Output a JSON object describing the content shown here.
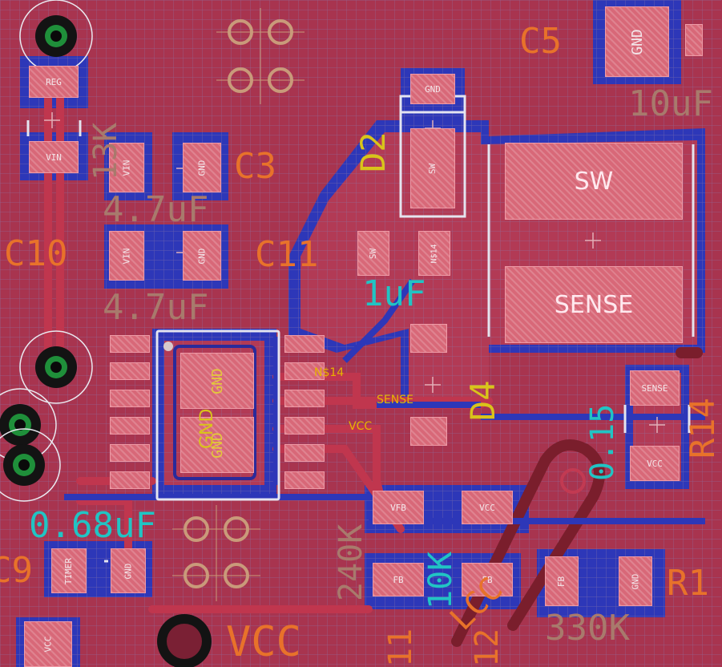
{
  "labels": {
    "C5": "C5",
    "C3": "C3",
    "C10": "C10",
    "C11": "C11",
    "D2": "D2",
    "D4": "D4",
    "R14": "R14",
    "R1": "R1",
    "C9": "C9",
    "val_4_7uF_a": "4.7uF",
    "val_4_7uF_b": "4.7uF",
    "val_1uF": "1uF",
    "val_10uF": "10uF",
    "val_0_68uF": "0.68uF",
    "val_0_15": "0.15",
    "val_330K": "330K",
    "val_240K": "240K",
    "val_13K": "13K",
    "val_10K": "10K",
    "val_VCC_big": "VCC",
    "val_LCC": "LCC",
    "val_11": "11",
    "val_12": "12"
  },
  "nets": {
    "ns14": "N$14",
    "sense": "SENSE",
    "vcc": "VCC"
  },
  "pads": {
    "reg": "REG",
    "vin1": "VIN",
    "vin2": "VIN",
    "vin3": "VIN",
    "gnd_c3": "GND",
    "gnd_c10": "GND",
    "gnd_c5": "GND",
    "gnd_d2": "GND",
    "sw_d2": "SW",
    "sw_c11": "SW",
    "ns14_c11": "N$14",
    "sw_ind": "SW",
    "sense_ind": "SENSE",
    "sense_r14": "SENSE",
    "vcc_r14": "VCC",
    "vfb": "VFB",
    "vcc_r": "VCC",
    "fb1": "FB",
    "fb2": "FB",
    "fb3": "FB",
    "gnd_r1": "GND",
    "timer": "TIMER",
    "gnd_c9": "GND",
    "vcc_bl": "VCC",
    "ic_gnd1": "GND",
    "ic_gnd2": "GND"
  }
}
